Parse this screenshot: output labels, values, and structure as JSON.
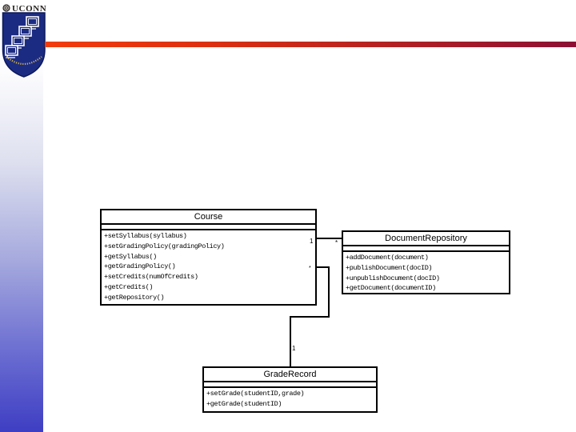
{
  "brand": {
    "wordmark": "UCONN"
  },
  "colors": {
    "sidebar_top": "#ffffff",
    "sidebar_bottom": "#3e3ec3",
    "rule_left": "#f23c0c",
    "rule_right": "#8c1034",
    "crest_blue": "#1c2b82",
    "diagram_line": "#000000"
  },
  "diagram": {
    "classes": [
      {
        "name": "Course",
        "attributes": [],
        "methods": [
          "+setSyllabus(syllabus)",
          "+setGradingPolicy(gradingPolicy)",
          "+getSyllabus()",
          "+getGradingPolicy()",
          "+setCredits(numOfCredits)",
          "+getCredits()",
          "+getRepository()"
        ]
      },
      {
        "name": "DocumentRepository",
        "attributes": [],
        "methods": [
          "+addDocument(document)",
          "+publishDocument(docID)",
          "+unpublishDocument(docID)",
          "+getDocument(documentID)"
        ]
      },
      {
        "name": "GradeRecord",
        "attributes": [],
        "methods": [
          "+setGrade(studentID,grade)",
          "+getGrade(studentID)"
        ]
      }
    ],
    "associations": [
      {
        "from": "Course",
        "to": "DocumentRepository",
        "from_mult": "1",
        "to_mult": "*"
      },
      {
        "from": "Course",
        "to": "GradeRecord",
        "from_mult": "*",
        "to_mult": "1"
      }
    ]
  }
}
